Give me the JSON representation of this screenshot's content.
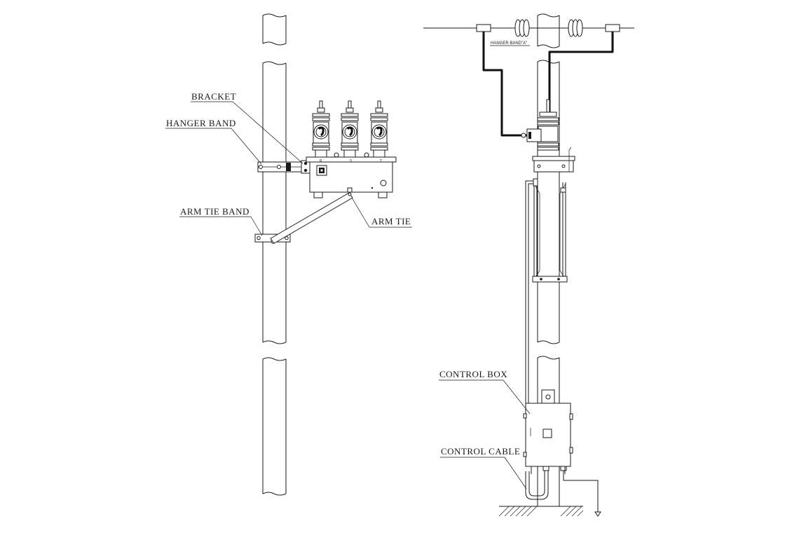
{
  "left_view": {
    "labels": {
      "bracket": "BRACKET",
      "hanger_band": "HANGER BAND",
      "arm_tie_band": "ARM TIE BAND",
      "arm_tie": "ARM TIE"
    },
    "phase_marks": [
      "R",
      "S",
      "T"
    ]
  },
  "right_view": {
    "labels": {
      "hanger_band_a": "HANGER BAND\"A\"",
      "control_box": "CONTROL BOX",
      "control_cable": "CONTROL CABLE"
    }
  },
  "colors": {
    "line": "#1a1a1a",
    "background": "#ffffff"
  }
}
